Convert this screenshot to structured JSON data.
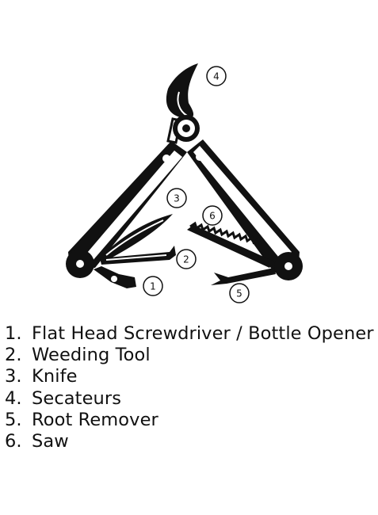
{
  "callouts": [
    "1",
    "2",
    "3",
    "4",
    "5",
    "6"
  ],
  "legend": [
    {
      "number": "1.",
      "label": "Flat Head Screwdriver / Bottle Opener"
    },
    {
      "number": "2.",
      "label": "Weeding Tool"
    },
    {
      "number": "3.",
      "label": "Knife"
    },
    {
      "number": "4.",
      "label": "Secateurs"
    },
    {
      "number": "5.",
      "label": "Root Remover"
    },
    {
      "number": "6.",
      "label": "Saw"
    }
  ],
  "colors": {
    "ink": "#111111",
    "paper": "#ffffff"
  }
}
